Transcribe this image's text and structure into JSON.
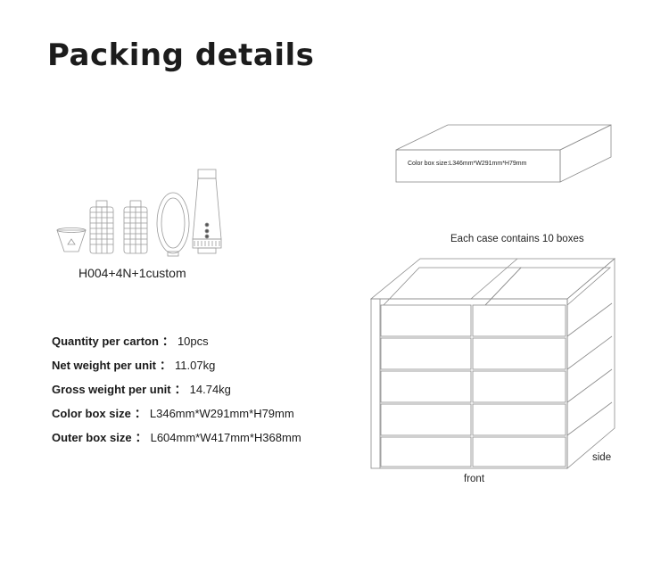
{
  "title": "Packing details",
  "product": {
    "label": "H004+4N+1custom"
  },
  "color_box_figure": {
    "label": "Color box size:L346mm*W291mm*H79mm"
  },
  "case_figure": {
    "heading": "Each case contains 10 boxes",
    "front_label": "front",
    "side_label": "side"
  },
  "specs": [
    {
      "key": "Quantity per carton",
      "value": "10pcs"
    },
    {
      "key": "Net weight per unit",
      "value": "11.07kg"
    },
    {
      "key": "Gross weight per unit",
      "value": "14.74kg"
    },
    {
      "key": "Color box size",
      "value": "L346mm*W291mm*H79mm"
    },
    {
      "key": "Outer box size",
      "value": "L604mm*W417mm*H368mm"
    }
  ],
  "separator": "："
}
